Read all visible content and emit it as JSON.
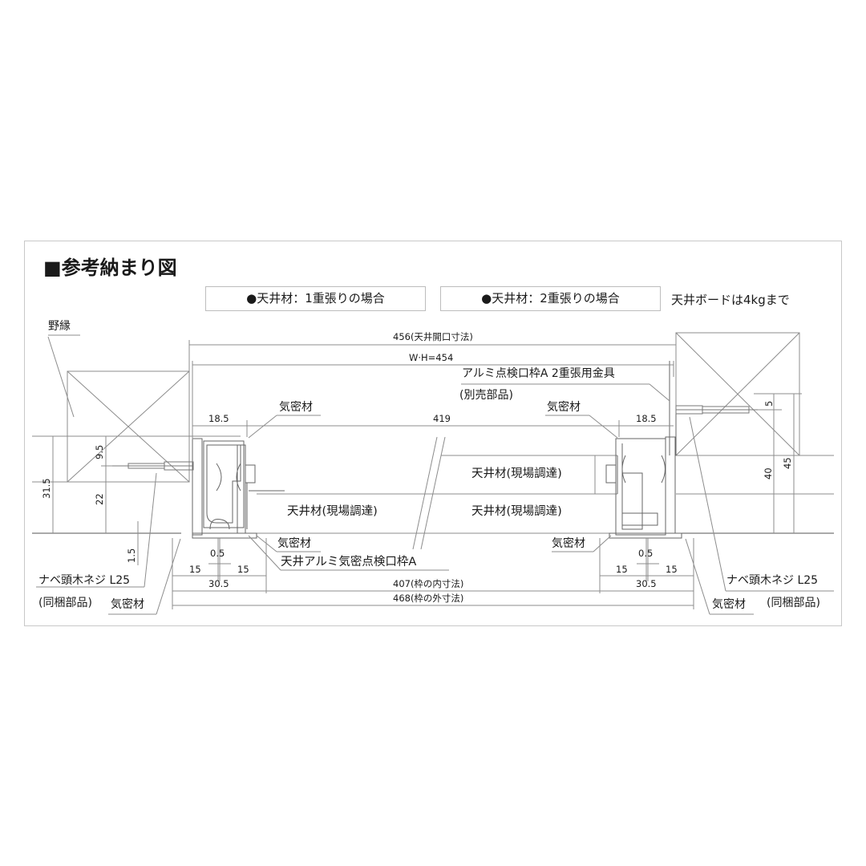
{
  "title": "■参考納まり図",
  "cases": [
    {
      "label": "●天井材：1重張りの場合"
    },
    {
      "label": "●天井材：2重張りの場合"
    }
  ],
  "note": "天井ボードは4kgまで",
  "labels": {
    "noburi": "野縁",
    "kimitsu_left_top": "気密材",
    "kimitsu_right_top": "気密材",
    "kimitsu_left_bottom_inner": "気密材",
    "kimitsu_left_bottom_outer": "気密材",
    "kimitsu_right_bottom_inner": "気密材",
    "kimitsu_right_bottom_outer": "気密材",
    "product_name": "天井アルミ気密点検口枠A",
    "bracket_line1": "アルミ点検口枠A 2重張用金具",
    "bracket_line2": "(別売部品)",
    "ceiling_left": "天井材(現場調達)",
    "ceiling_right_upper": "天井材(現場調達)",
    "ceiling_right_lower": "天井材(現場調達)",
    "screw_left_line1": "ナベ頭木ネジ L25",
    "screw_left_line2": "(同梱部品)",
    "screw_right_line1": "ナベ頭木ネジ L25",
    "screw_right_line2": "(同梱部品)"
  },
  "dimensions": {
    "opening": "456(天井開口寸法)",
    "wh": "W·H=454",
    "inner_span": "419",
    "left_flange": "18.5",
    "right_flange": "18.5",
    "left_total_height": "31.5",
    "left_upper": "9.5",
    "left_lower": "22",
    "left_gap": "1.5",
    "left_gap_half": "0.5",
    "left_15a": "15",
    "left_15b": "15",
    "left_305": "30.5",
    "right_gap_half": "0.5",
    "right_15a": "15",
    "right_15b": "15",
    "right_305": "30.5",
    "inner_frame": "407(枠の内寸法)",
    "outer_frame": "468(枠の外寸法)",
    "right_5": "5",
    "right_40": "40",
    "right_45": "45"
  },
  "colors": {
    "line": "#8c8c8c",
    "dark_line": "#555555",
    "text": "#1a1a1a",
    "frame": "#c8c8c8"
  }
}
